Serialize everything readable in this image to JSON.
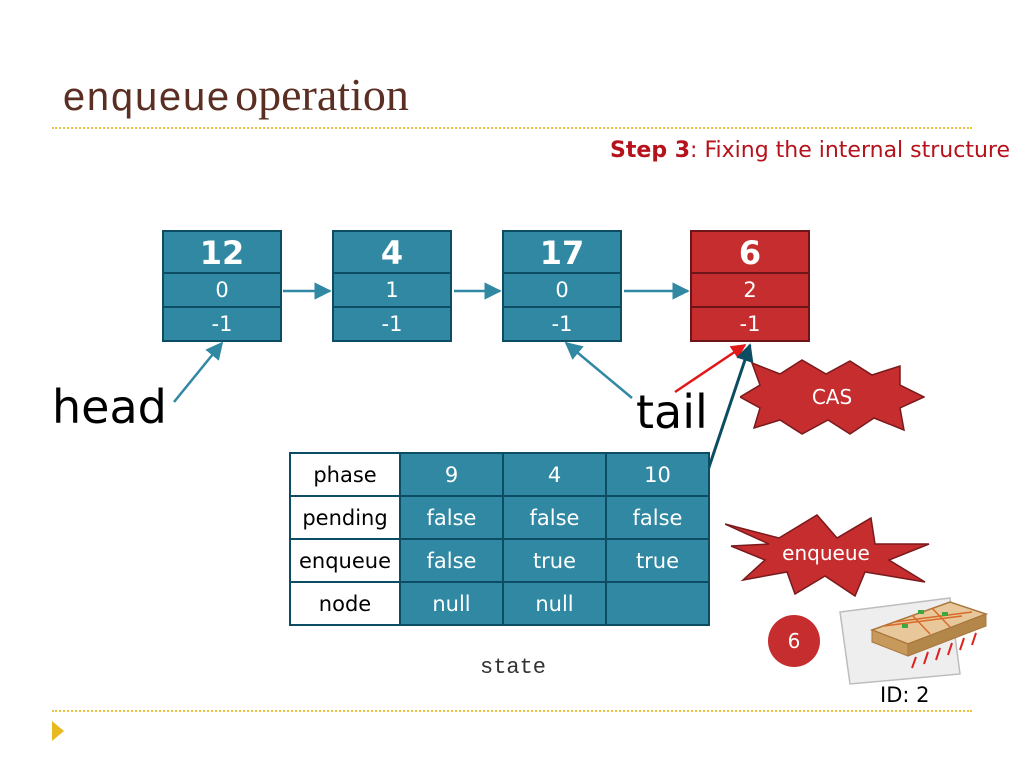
{
  "title": {
    "code_word": "enqueue",
    "word": "operation"
  },
  "subtitle": {
    "step_label": "Step 3",
    "text": ": Fixing the internal structure"
  },
  "nodes": [
    {
      "value": "12",
      "enq_id": "0",
      "deq_id": "-1"
    },
    {
      "value": "4",
      "enq_id": "1",
      "deq_id": "-1"
    },
    {
      "value": "17",
      "enq_id": "0",
      "deq_id": "-1"
    },
    {
      "value": "6",
      "enq_id": "2",
      "deq_id": "-1"
    }
  ],
  "labels": {
    "head": "head",
    "tail": "tail"
  },
  "state": {
    "caption": "state",
    "rows": [
      {
        "label": "phase",
        "cells": [
          "9",
          "4",
          "10"
        ]
      },
      {
        "label": "pending",
        "cells": [
          "false",
          "false",
          "false"
        ]
      },
      {
        "label": "enqueue",
        "cells": [
          "false",
          "true",
          "true"
        ]
      },
      {
        "label": "node",
        "cells": [
          "null",
          "null",
          ""
        ]
      }
    ]
  },
  "bursts": {
    "cas": "CAS",
    "enqueue": "enqueue"
  },
  "thread": {
    "value": "6",
    "id_label": "ID: 2"
  },
  "colors": {
    "teal": "#3188a3",
    "red": "#c52d2f",
    "title": "#5a2e22",
    "accent_rule": "#e8c441"
  },
  "icons": [
    "processor-chip-icon",
    "triangle-bullet-icon"
  ]
}
